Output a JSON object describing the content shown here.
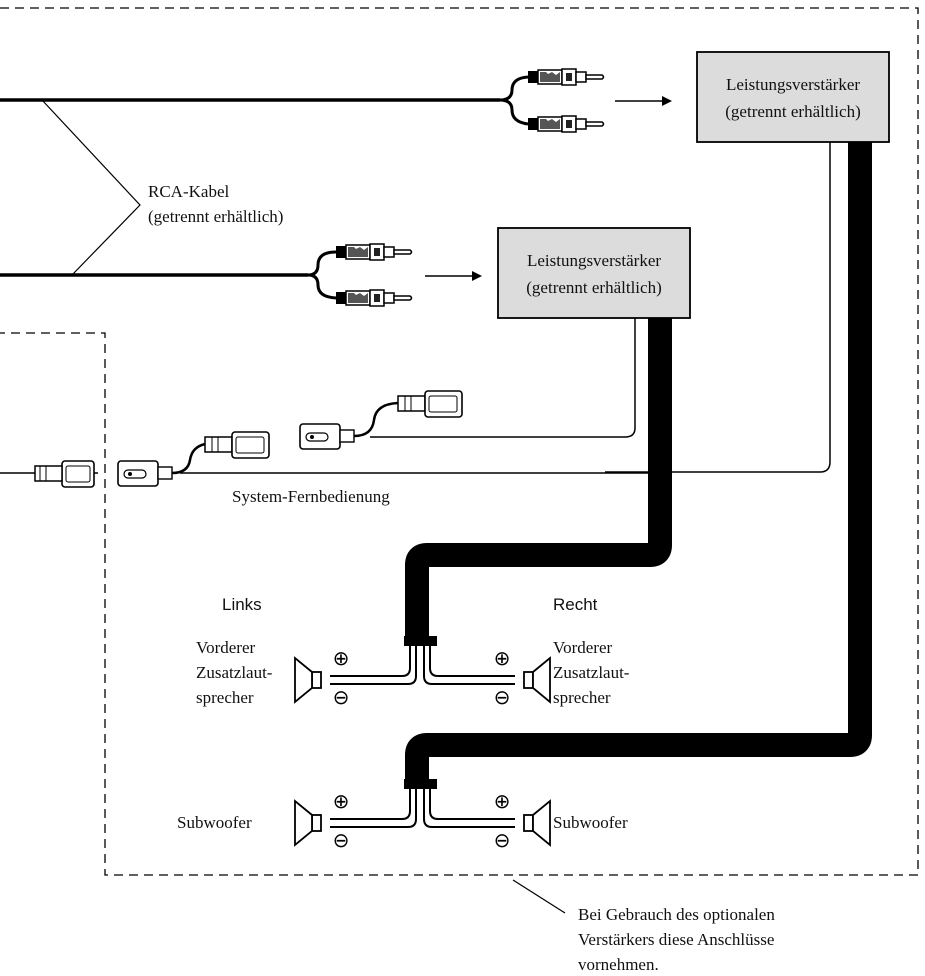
{
  "amplifier_1": {
    "line1": "Leistungsverstärker",
    "line2": "(getrennt erhältlich)"
  },
  "amplifier_2": {
    "line1": "Leistungsverstärker",
    "line2": "(getrennt erhältlich)"
  },
  "rca_cable": {
    "line1": "RCA-Kabel",
    "line2": "(getrennt erhältlich)"
  },
  "remote": {
    "label": "System-Fernbedienung"
  },
  "left_side": {
    "title": "Links",
    "front_line1": "Vorderer",
    "front_line2": "Zusatzlaut-",
    "front_line3": "sprecher",
    "subwoofer": "Subwoofer"
  },
  "right_side": {
    "title": "Recht",
    "front_line1": "Vorderer",
    "front_line2": "Zusatzlaut-",
    "front_line3": "sprecher",
    "subwoofer": "Subwoofer"
  },
  "polarity": {
    "plus": "⊕",
    "minus": "⊖"
  },
  "note": {
    "line1": "Bei Gebrauch des optionalen",
    "line2": "Verstärkers diese Anschlüsse",
    "line3": "vornehmen."
  },
  "colors": {
    "amp_fill": "#dcdcdc",
    "line": "#000000"
  }
}
